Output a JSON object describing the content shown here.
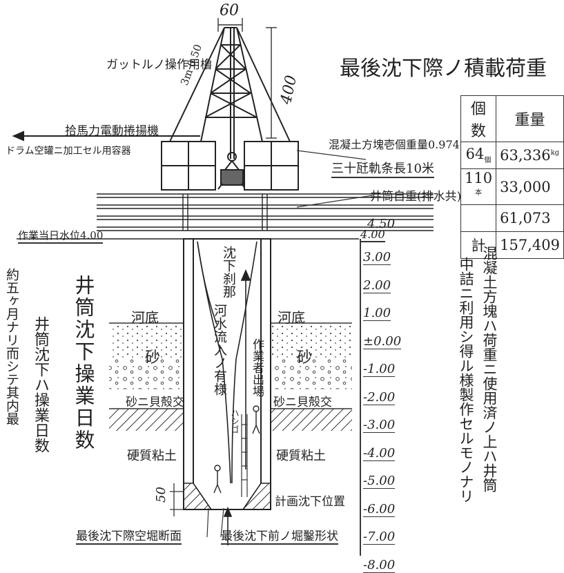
{
  "title": "最後沈下際ノ積載荷重",
  "labels": {
    "top_width": "60",
    "tower": "ガットルノ操作用櫓",
    "tower_height_1": "3m 0.50",
    "tower_height_2": "400",
    "winch": "拾馬力電動捲揚機",
    "drum": "ドラム空罐ニ加工セル用容器",
    "concrete_block": "混凝土方塊壱個重量0.974",
    "rail": "三十瓩軌条長10米",
    "caisson_weight": "井筒自重(排水共)",
    "water_level": "作業当日水位4.00",
    "elev_top_1": "4.50",
    "elev_top_2": "4.00",
    "sinking_moment": "沈下刹那",
    "water_inflow": "河水流入ノ有様",
    "worker_exit": "作業者出場",
    "ladder": "ハシゴ",
    "riverbed_left": "河底",
    "riverbed_right": "河底",
    "sand_left": "砂",
    "sand_right": "砂",
    "gravel_left": "砂ニ貝殻交",
    "gravel_right": "砂ニ貝殻交",
    "clay_left": "硬質粘土",
    "clay_right": "硬質粘土",
    "design_bottom": "計画沈下位置",
    "dim_50": "50",
    "bottom_left_caption": "最後沈下際空堀断面",
    "bottom_right_caption": "最後沈下前ノ堀鑿形状",
    "left_title": "井筒沈下操業日数",
    "left_note_1": "約五ヶ月ナリ而シテ其内最",
    "left_note_2": "井筒沈下ハ操業日数",
    "right_note_1": "混凝土方塊ハ荷重ニ使用済ノ上ハ井筒",
    "right_note_2": "中詰ニ利用シ得ル様製作セルモノナリ"
  },
  "load_table": {
    "col_count_header": "個数",
    "col_weight_header": "重量",
    "unit_count": "個",
    "unit_kg": "kg",
    "unit_m": "本",
    "rows": [
      {
        "count": "64",
        "weight": "63,336"
      },
      {
        "count": "110",
        "weight": "33,000"
      },
      {
        "count": "",
        "weight": "61,073"
      }
    ],
    "total_label": "計",
    "total_value": "157,409"
  },
  "scale": [
    "3.00",
    "2.00",
    "1.00",
    "±0.00",
    "-1.00",
    "-2.00",
    "-3.00",
    "-4.00",
    "-5.00",
    "-6.00",
    "-7.00",
    "-8.00"
  ]
}
